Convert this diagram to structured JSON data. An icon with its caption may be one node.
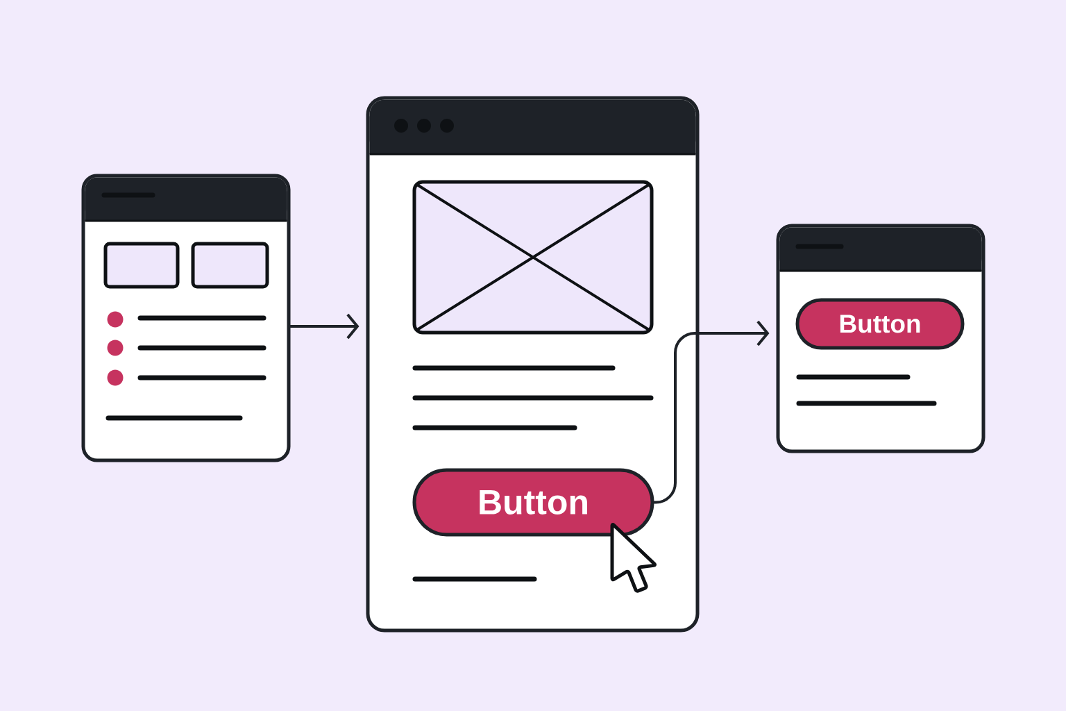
{
  "diagram": {
    "nodes": [
      {
        "text": [],
        "shape": "box"
      },
      {
        "text": [],
        "shape": "box"
      },
      {
        "text": [
          "Button"
        ],
        "in": 1
      },
      {
        "text": [],
        "shape": "box"
      },
      {
        "text": [
          "Button"
        ],
        "in": 3
      }
    ],
    "edges": [
      {
        "from": 0,
        "to": 1,
        "arrow": "to"
      },
      {
        "from": 2,
        "to": 3,
        "arrow": "to"
      }
    ]
  }
}
